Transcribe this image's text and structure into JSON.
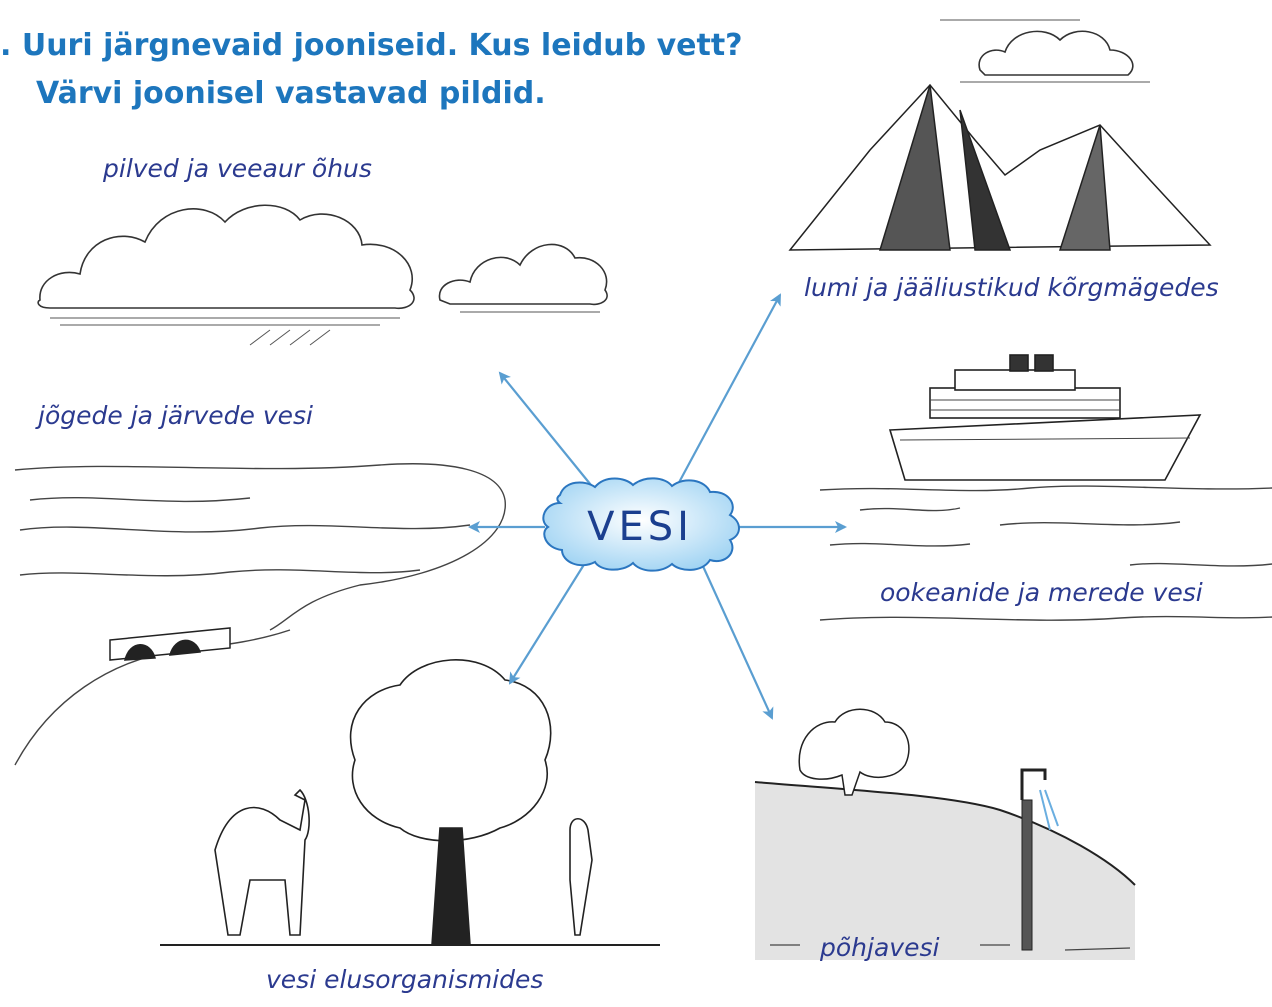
{
  "title": {
    "line1": ". Uuri järgnevaid jooniseid. Kus leidub vett?",
    "line2": "Värvi joonisel vastavad pildid."
  },
  "center": {
    "label": "VESI"
  },
  "labels": {
    "clouds": "pilved ja veeaur õhus",
    "mountains": "lumi ja jääliustikud kõrgmägedes",
    "rivers": "jõgede ja järvede vesi",
    "ocean": "ookeanide ja merede vesi",
    "organisms": "vesi elusorganismides",
    "groundwater": "põhjavesi"
  },
  "colors": {
    "title": "#1d76bd",
    "labels": "#2b3a8f",
    "arrows": "#5a9ed1",
    "center_fill": "#bfe3f8",
    "center_text": "#1b3f8f"
  }
}
